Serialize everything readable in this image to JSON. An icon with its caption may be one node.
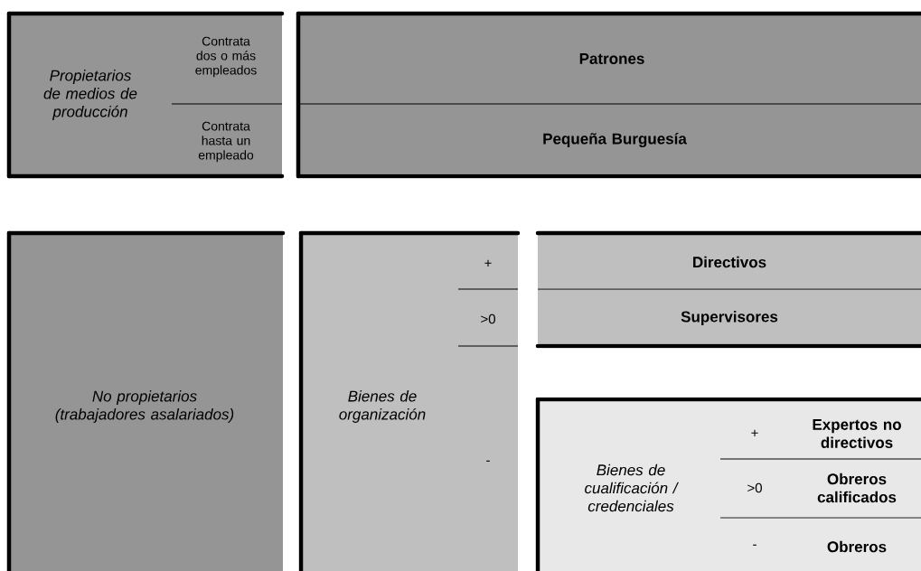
{
  "diagram": {
    "nodes": [
      {
        "text": [
          "Propietarios de medios de producción"
        ]
      },
      {
        "text": [
          "Contrata dos o más empleados"
        ],
        "in": 0
      },
      {
        "text": [
          "Contrata hasta un empleado"
        ],
        "in": 0
      },
      {
        "text": [
          "Patrones"
        ]
      },
      {
        "text": [
          "Pequeña Burguesía"
        ]
      },
      {
        "text": [
          "No propietarios (trabajadores asalariados)"
        ]
      },
      {
        "text": [
          "Bienes de organización"
        ]
      },
      {
        "text": [
          "+"
        ],
        "in": 6
      },
      {
        "text": [
          ">0"
        ],
        "in": 6
      },
      {
        "text": [
          "-"
        ],
        "in": 6
      },
      {
        "text": [
          "Directivos"
        ]
      },
      {
        "text": [
          "Supervisores"
        ]
      },
      {
        "text": [
          "Bienes de cualificación / credenciales"
        ]
      },
      {
        "text": [
          "+"
        ],
        "in": 12
      },
      {
        "text": [
          "Expertos no directivos"
        ],
        "in": 12
      },
      {
        "text": [
          ">0"
        ],
        "in": 12
      },
      {
        "text": [
          "Obreros calificados"
        ],
        "in": 12
      },
      {
        "text": [
          "-"
        ],
        "in": 12
      },
      {
        "text": [
          "Obreros"
        ],
        "in": 12
      }
    ]
  }
}
